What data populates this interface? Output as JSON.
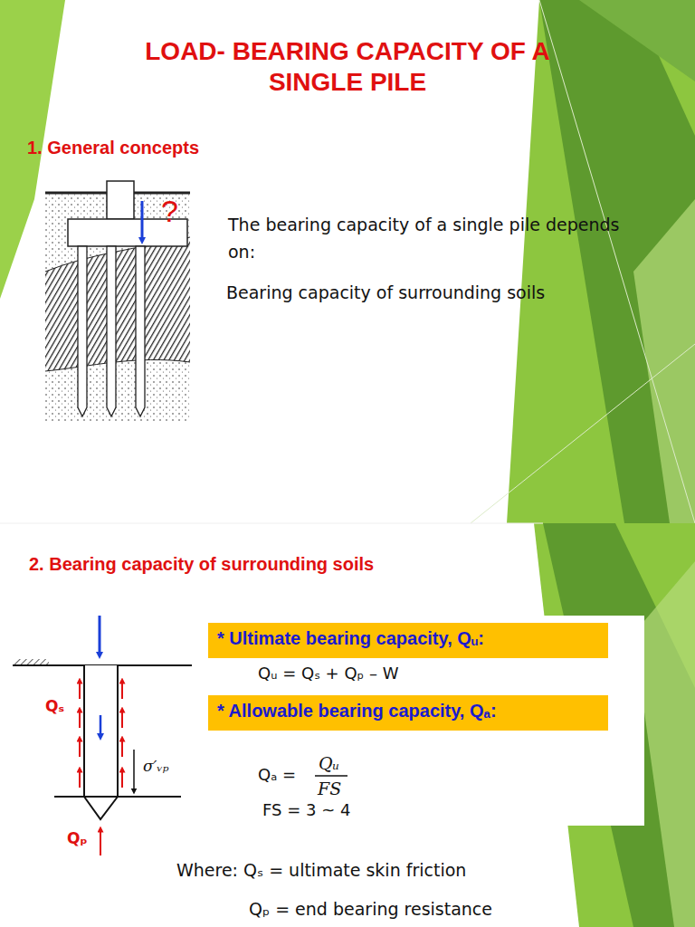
{
  "diagram": {
    "title": "LOAD- BEARING CAPACITY OF A SINGLE PILE",
    "nodes": [
      {
        "text": [
          "* Ultimate bearing capacity, Qᵤ:"
        ]
      },
      {
        "text": [
          "* Allowable bearing capacity, Qₐ:"
        ]
      }
    ],
    "edges": [],
    "labels": [
      "1. General concepts",
      "?",
      "The bearing capacity of a single pile depends on:",
      "Bearing capacity of surrounding soils",
      "2. Bearing capacity of surrounding soils",
      "Qₛ",
      "σ′ᵥₚ",
      "Qₚ",
      "Qᵤ = Qₛ + Qₚ – W",
      "Qₐ =",
      "Qᵤ",
      "FS",
      "FS = 3 ~ 4",
      "Where: Qₛ = ultimate skin friction",
      "Qₚ = end bearing resistance"
    ]
  }
}
